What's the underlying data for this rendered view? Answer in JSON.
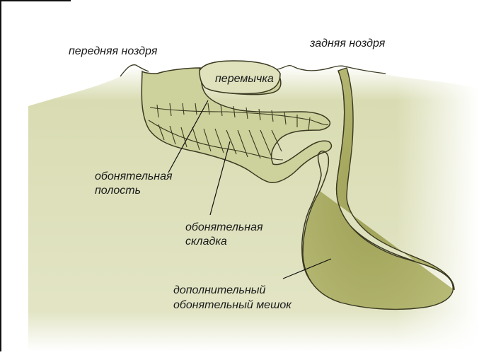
{
  "labels": {
    "anterior_nostril": "передняя ноздря",
    "posterior_nostril": "задняя ноздря",
    "septum": "перемычка",
    "olfactory_cavity_1": "обонятельная",
    "olfactory_cavity_2": "полость",
    "olfactory_fold_1": "обонятельная",
    "olfactory_fold_2": "складка",
    "accessory_sac_1": "дополнительный",
    "accessory_sac_2": "обонятельный мешок"
  },
  "colors": {
    "tissue": "#d4d8a8",
    "tissue_light": "#e2e5c3",
    "cavity": "#bfc48a",
    "sac": "#a9ad62",
    "outline": "#3b3a22"
  }
}
